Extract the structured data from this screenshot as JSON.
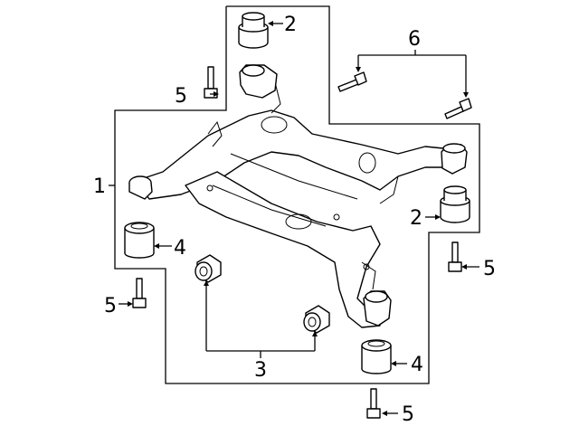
{
  "diagram": {
    "callouts": {
      "frame": "1",
      "upper_mount_top": "2",
      "upper_mount_right": "2",
      "front_bushings": "3",
      "lower_mount_left": "4",
      "lower_mount_right": "4",
      "bolt_top": "5",
      "bolt_left": "5",
      "bolt_right": "5",
      "bolt_bottom": "5",
      "small_bolts": "6"
    }
  }
}
